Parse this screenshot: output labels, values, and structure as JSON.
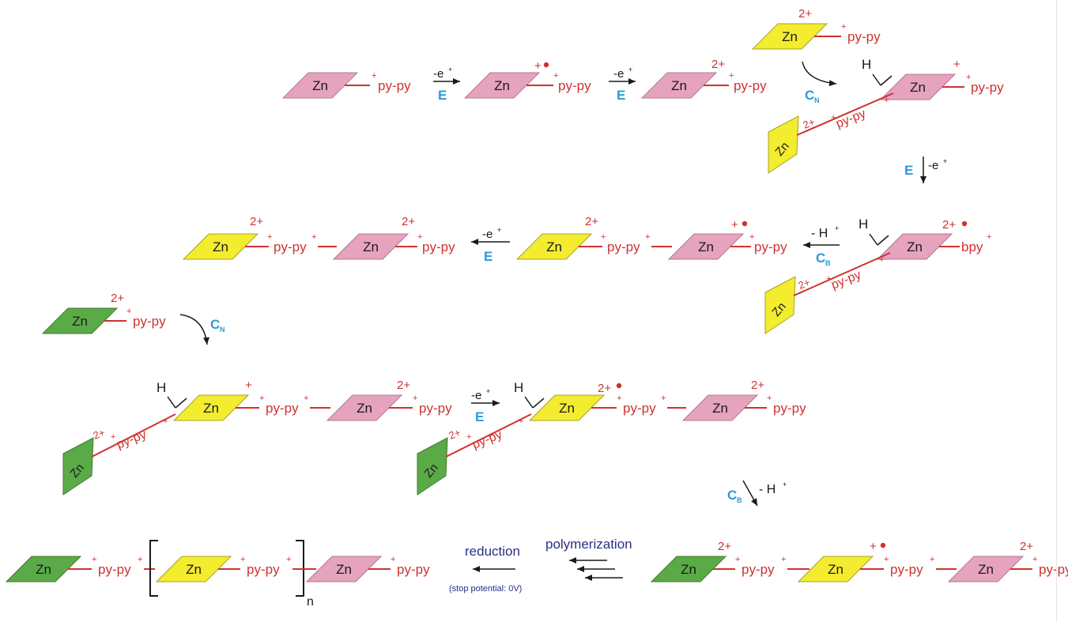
{
  "colors": {
    "pink_fill": "#e6a3bd",
    "pink_stroke": "#b27894",
    "yellow_fill": "#f3ec2f",
    "yellow_stroke": "#a9a12a",
    "green_fill": "#5aab47",
    "green_stroke": "#3f7a30",
    "ligand": "#d0312f",
    "step_label": "#2a9ad6",
    "text_dark": "#1a1a1a",
    "navy": "#2b2f86",
    "radical_dot": "#d0312f"
  },
  "icons": {
    "radical": "filled-dot",
    "arrow": "line-arrowhead",
    "curved_arrow": "curved-line-arrowhead"
  },
  "text": {
    "metal": "Zn",
    "ligand_pypy": "py-py",
    "ligand_pypy_pos": "py-py",
    "ligand_bpy": "bpy",
    "plus": "+",
    "charge_1": "+",
    "charge_2": "2+",
    "hydrogen": "H",
    "minus_electron": "-e",
    "minus_proton": "- H",
    "step_E": "E",
    "step_C": "C",
    "sub_N": "N",
    "sub_B": "B",
    "n": "n",
    "reduction": "reduction",
    "polymerization": "polymerization",
    "stop_potential": "(stop potential: 0V)"
  }
}
